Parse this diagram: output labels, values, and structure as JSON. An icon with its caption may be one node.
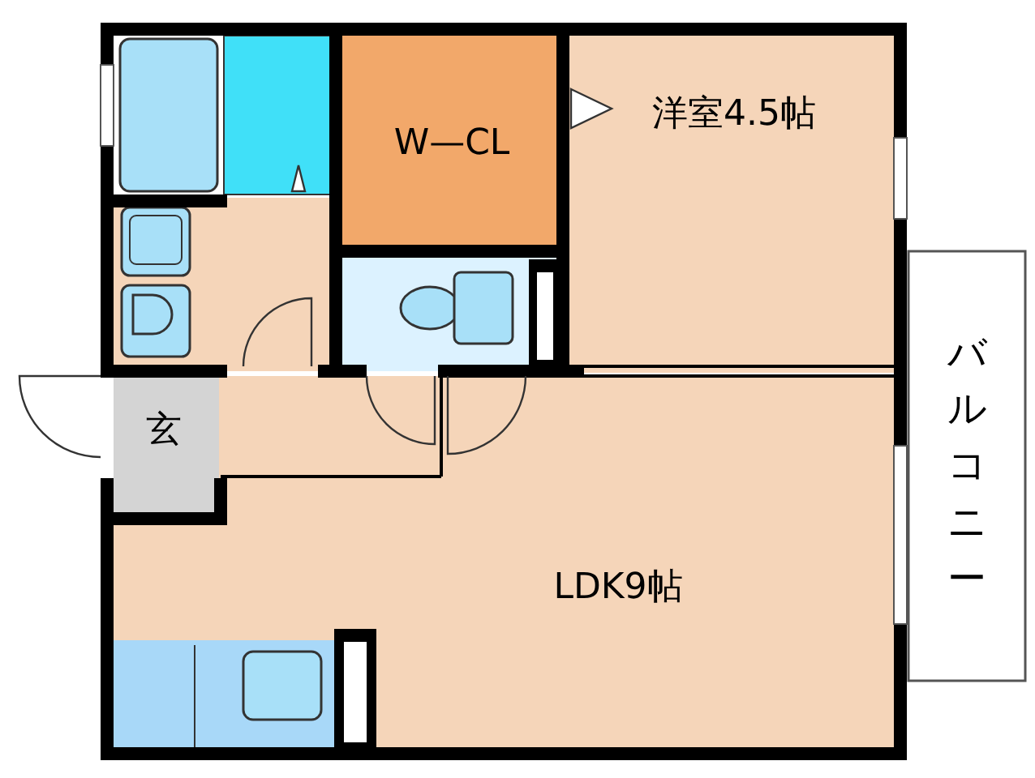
{
  "diagram": {
    "nodes": [
      {
        "text": [
          "W—CL"
        ]
      },
      {
        "text": [
          "洋室4.5帖"
        ]
      },
      {
        "text": [
          "玄"
        ]
      },
      {
        "text": [
          "LDK9帖"
        ]
      },
      {
        "text": [
          "バルコニー"
        ]
      }
    ],
    "edges": []
  }
}
